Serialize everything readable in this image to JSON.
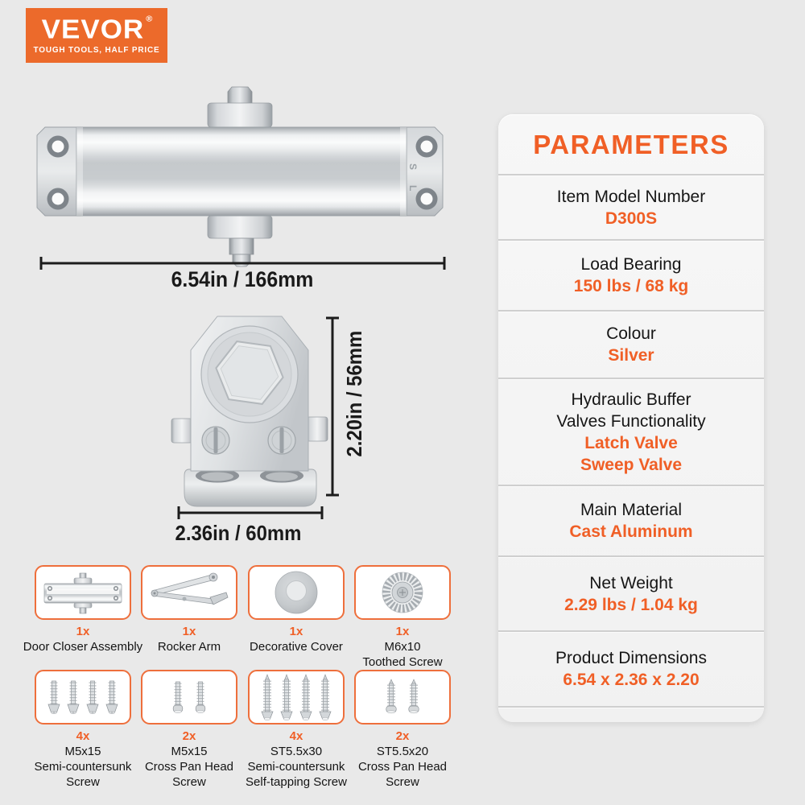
{
  "logo": {
    "brand": "VEVOR",
    "registered": "®",
    "tagline": "TOUGH TOOLS, HALF PRICE"
  },
  "colors": {
    "accent_orange": "#f05f26",
    "logo_orange": "#ec6a2b",
    "part_box_border": "#ee6f3c",
    "background": "#e9e9e9",
    "panel_background": "#f3f3f3",
    "text_dark": "#1a1a1a"
  },
  "diagrams": {
    "top_view": {
      "dimension": "6.54in / 166mm",
      "marking_s": "S",
      "marking_l": "L"
    },
    "side_view": {
      "height_dimension": "2.20in / 56mm",
      "width_dimension": "2.36in / 60mm"
    }
  },
  "parts": [
    {
      "qty": "1x",
      "name": "Door Closer Assembly",
      "icon": "door-closer-assembly-icon"
    },
    {
      "qty": "1x",
      "name": "Rocker Arm",
      "icon": "rocker-arm-icon"
    },
    {
      "qty": "1x",
      "name": "Decorative Cover",
      "icon": "decorative-cover-icon"
    },
    {
      "qty": "1x",
      "name": "M6x10\nToothed Screw",
      "icon": "toothed-screw-icon"
    },
    {
      "qty": "4x",
      "name": "M5x15\nSemi-countersunk\nScrew",
      "icon": "countersunk-screw-icon"
    },
    {
      "qty": "2x",
      "name": "M5x15\nCross Pan Head\nScrew",
      "icon": "pan-head-screw-icon"
    },
    {
      "qty": "4x",
      "name": "ST5.5x30\nSemi-countersunk\nSelf-tapping Screw",
      "icon": "long-tapping-screw-icon"
    },
    {
      "qty": "2x",
      "name": "ST5.5x20\nCross Pan Head\nScrew",
      "icon": "short-tapping-screw-icon"
    }
  ],
  "parameters": {
    "title": "PARAMETERS",
    "rows": [
      {
        "label": "Item Model Number",
        "value": "D300S"
      },
      {
        "label": "Load Bearing",
        "value": "150 lbs / 68 kg"
      },
      {
        "label": "Colour",
        "value": "Silver"
      },
      {
        "label": "Hydraulic Buffer\nValves Functionality",
        "value": "Latch Valve\nSweep Valve"
      },
      {
        "label": "Main Material",
        "value": "Cast Aluminum"
      },
      {
        "label": "Net Weight",
        "value": "2.29 lbs / 1.04 kg"
      },
      {
        "label": "Product Dimensions",
        "value": "6.54 x 2.36 x 2.20"
      }
    ]
  }
}
